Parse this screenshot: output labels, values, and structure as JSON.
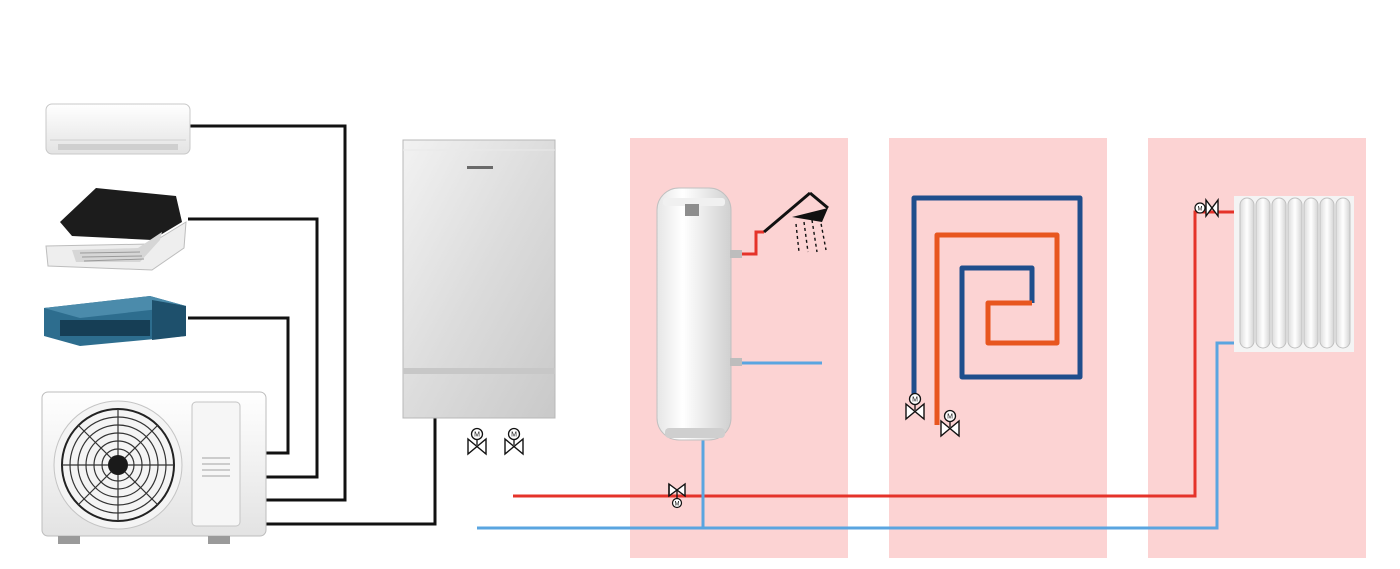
{
  "title": "",
  "zones": [
    {
      "name": "hot-water-zone",
      "color": "#fcd3d3"
    },
    {
      "name": "floor-heating-zone",
      "color": "#fcd3d3"
    },
    {
      "name": "radiator-zone",
      "color": "#fcd3d3"
    }
  ],
  "colors": {
    "supply_pipe": "#e5332a",
    "return_pipe": "#5aa5e0",
    "refrigerant_line": "#111111",
    "floor_loop_outer": "#1f4e8c",
    "floor_loop_inner": "#e8561f"
  },
  "indoor_units": [
    {
      "kind": "wall-mounted-split"
    },
    {
      "kind": "ceiling-cassette"
    },
    {
      "kind": "ducted-unit"
    }
  ],
  "outdoor_unit": {
    "kind": "outdoor-condenser"
  },
  "hydro_module": {
    "kind": "hydro-box"
  },
  "motorized_valve_symbol": "M",
  "valves": [
    {
      "name": "hydro-valve-1"
    },
    {
      "name": "hydro-valve-2"
    },
    {
      "name": "dhw-three-way-valve"
    },
    {
      "name": "floor-valve-1"
    },
    {
      "name": "floor-valve-2"
    },
    {
      "name": "radiator-valve"
    }
  ]
}
